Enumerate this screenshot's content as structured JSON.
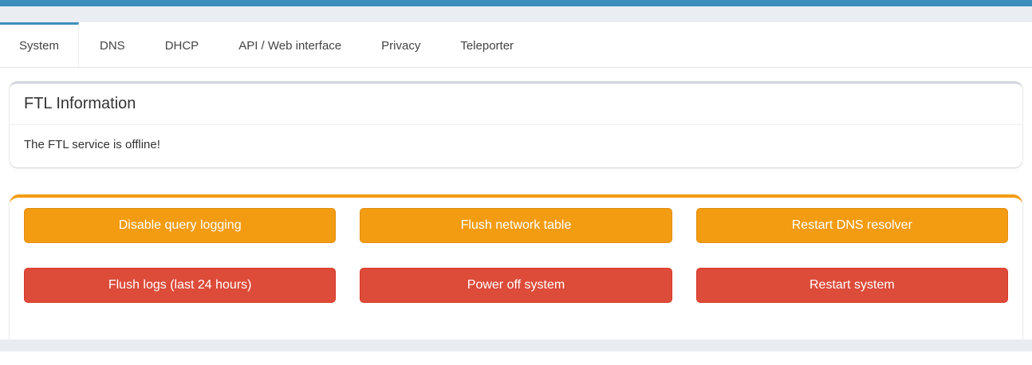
{
  "colors": {
    "accent_blue": "#3c8dbc",
    "warning": "#f39c12",
    "danger": "#dd4b39"
  },
  "tabs": {
    "items": [
      {
        "label": "System",
        "active": true
      },
      {
        "label": "DNS",
        "active": false
      },
      {
        "label": "DHCP",
        "active": false
      },
      {
        "label": "API / Web interface",
        "active": false
      },
      {
        "label": "Privacy",
        "active": false
      },
      {
        "label": "Teleporter",
        "active": false
      }
    ]
  },
  "ftl_card": {
    "title": "FTL Information",
    "status_message": "The FTL service is offline!"
  },
  "actions_card": {
    "buttons": [
      {
        "label": "Disable query logging",
        "variant": "warning"
      },
      {
        "label": "Flush network table",
        "variant": "warning"
      },
      {
        "label": "Restart DNS resolver",
        "variant": "warning"
      },
      {
        "label": "Flush logs (last 24 hours)",
        "variant": "danger"
      },
      {
        "label": "Power off system",
        "variant": "danger"
      },
      {
        "label": "Restart system",
        "variant": "danger"
      }
    ]
  }
}
